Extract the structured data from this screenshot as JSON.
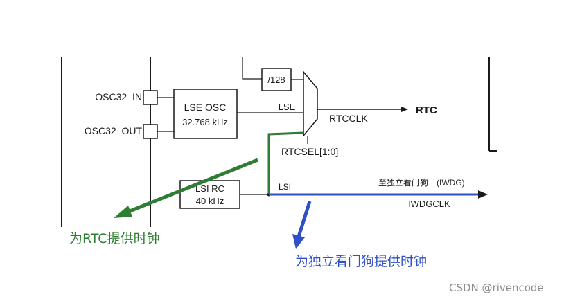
{
  "pins": {
    "osc32_in": "OSC32_IN",
    "osc32_out": "OSC32_OUT"
  },
  "lse": {
    "name": "LSE OSC",
    "freq": "32.768 kHz",
    "line_label": "LSE"
  },
  "lsi": {
    "name": "LSI RC",
    "freq": "40 kHz",
    "line_label": "LSI"
  },
  "divider": "/128",
  "mux": {
    "output_label": "RTCCLK",
    "select_label": "RTCSEL[1:0]"
  },
  "rtc": "RTC",
  "iwdg": {
    "to_label": "至独立看门狗　(IWDG)",
    "clk_label": "IWDGCLK"
  },
  "annotations": {
    "rtc_note": "为RTC提供时钟",
    "iwdg_note": "为独立看门狗提供时钟"
  },
  "watermark": "CSDN @rivencode",
  "colors": {
    "rtc_path": "#2e7d32",
    "iwdg_path": "#3050c8",
    "line": "#1a1a1a"
  }
}
